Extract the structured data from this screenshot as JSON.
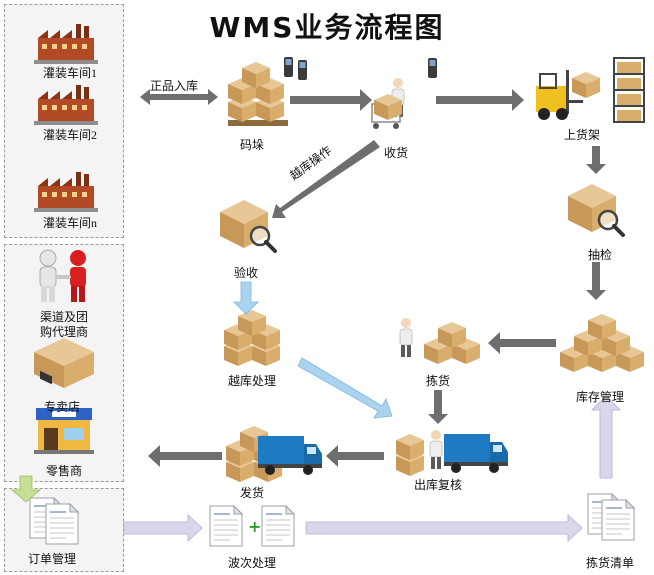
{
  "title": "WMS业务流程图",
  "workshops": [
    "灌装车间1",
    "灌装车间2",
    "灌装车间n"
  ],
  "customers": {
    "agent_line1": "渠道及团",
    "agent_line2": "购代理商",
    "store": "专卖店",
    "retail": "零售商"
  },
  "nodes": {
    "stack": "码垛",
    "receive": "收货",
    "shelve": "上货架",
    "spot_check": "抽检",
    "inspect": "验收",
    "cross_dock": "越库处理",
    "inventory": "库存管理",
    "picking": "拣货",
    "outbound_check": "出库复核",
    "ship": "发货",
    "order_mgmt": "订单管理",
    "wave": "波次处理",
    "pick_list": "拣货清单"
  },
  "edges": {
    "finished_goods_in": "正品入库",
    "cross_dock_op": "越库操作"
  },
  "colors": {
    "arrow_dark": "#6e6e6e",
    "arrow_blue": "#a9d3ef",
    "arrow_lav": "#dcd6ec",
    "arrow_green": "#c6df96",
    "box": "#d8b27a",
    "box_dark": "#b48648",
    "truck": "#1f7ac4",
    "factory": "#b24a25"
  }
}
